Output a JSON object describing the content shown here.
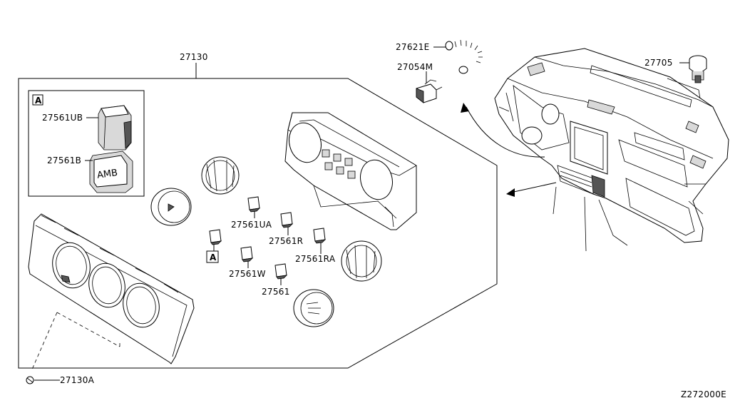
{
  "diagram": {
    "labels": {
      "main_assembly": "27130",
      "knob_ub": "27561UB",
      "knob_b": "27561B",
      "button_ua": "27561UA",
      "button_r": "27561R",
      "button_ra": "27561RA",
      "button_w": "27561W",
      "button_base": "27561",
      "screw": "27130A",
      "harness": "27621E",
      "connector": "27054M",
      "sensor": "27705",
      "diagram_code": "Z272000E"
    },
    "callouts": {
      "detail_box": "A",
      "detail_ref": "A"
    },
    "button_text": "AMB"
  }
}
